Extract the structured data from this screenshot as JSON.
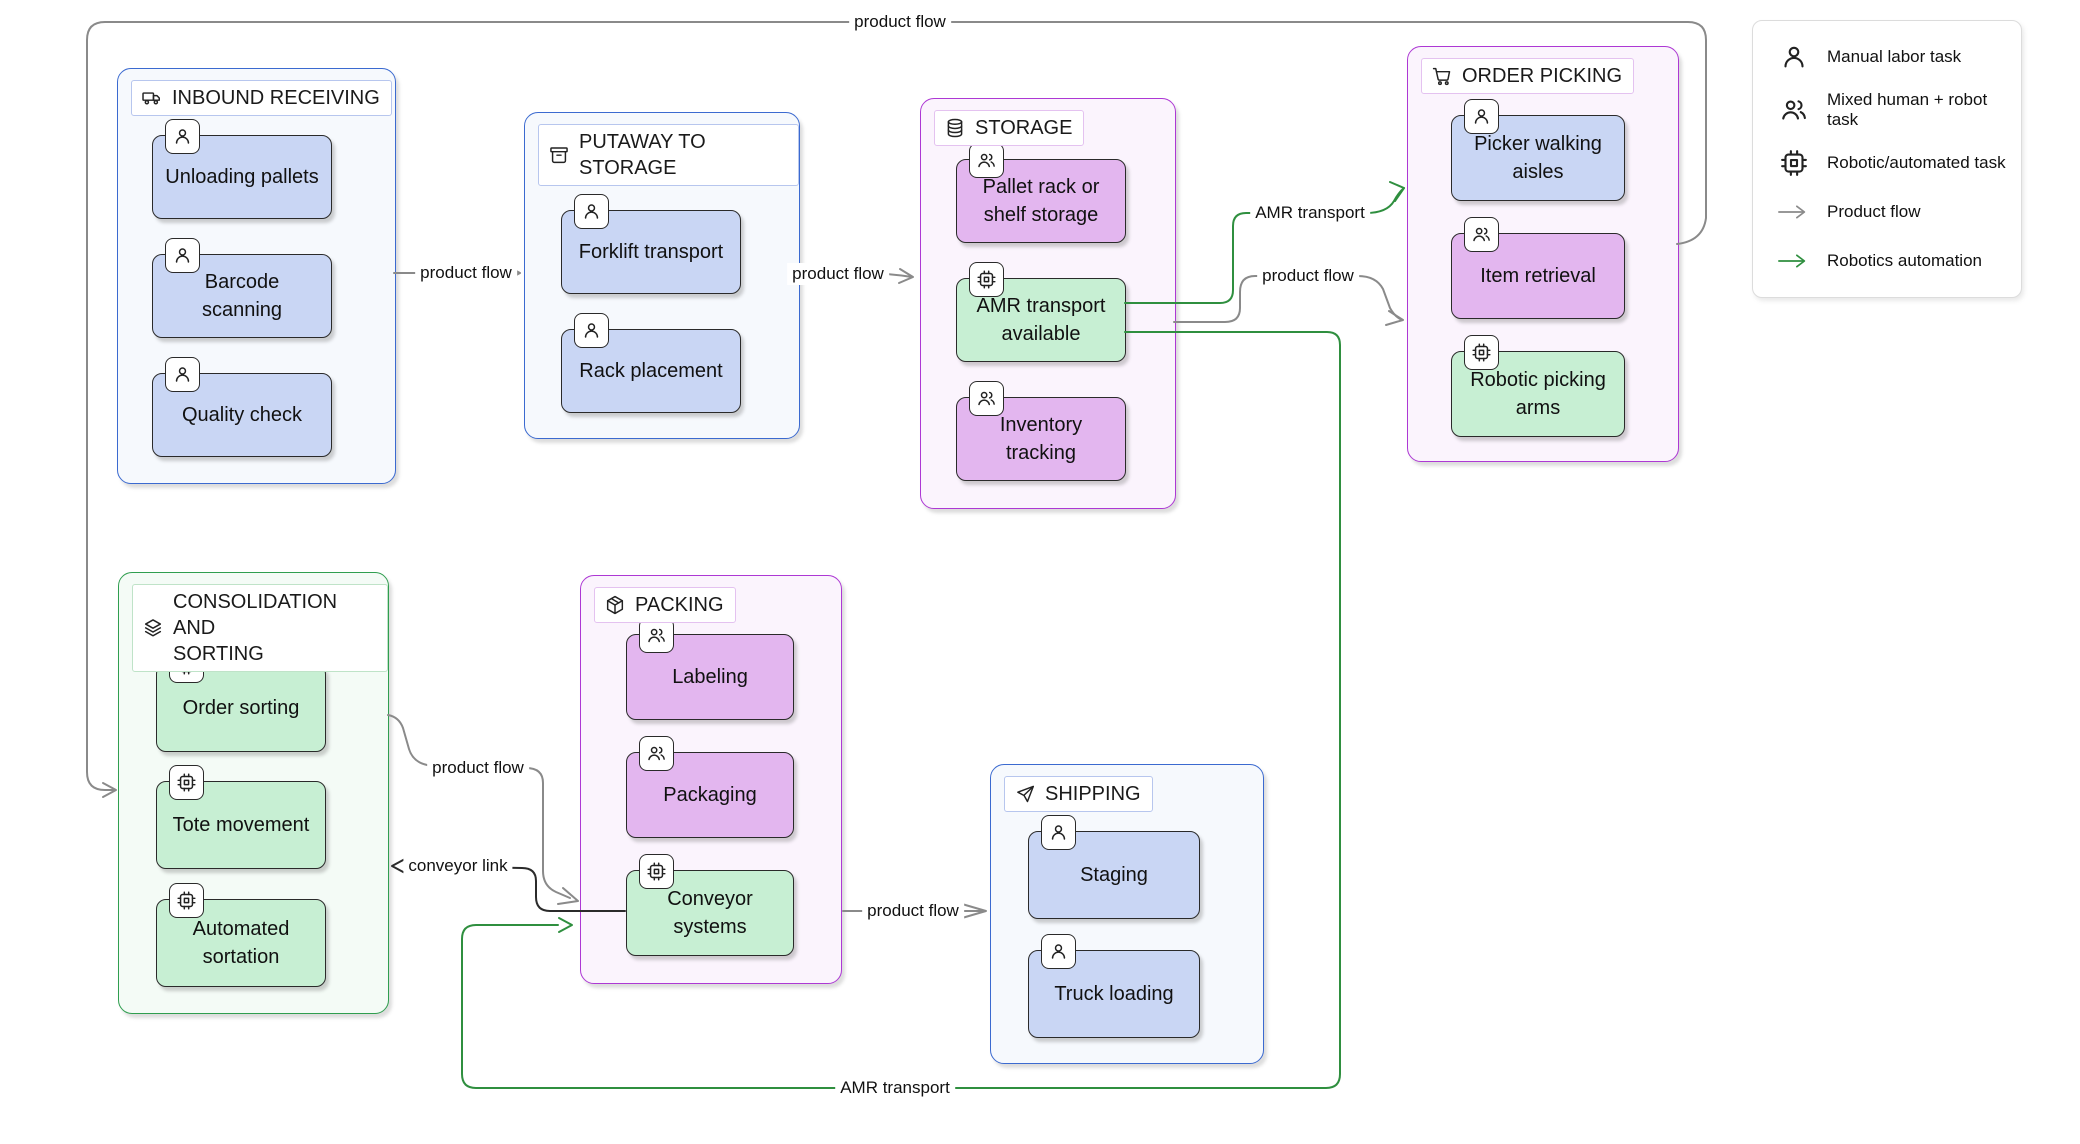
{
  "groups": [
    {
      "title": "INBOUND RECEIVING",
      "icon": "truck-icon",
      "nodes": [
        {
          "label": "Unloading pallets",
          "icon": "person-icon",
          "type": "manual"
        },
        {
          "label": "Barcode\nscanning",
          "icon": "person-icon",
          "type": "manual"
        },
        {
          "label": "Quality check",
          "icon": "person-icon",
          "type": "manual"
        }
      ]
    },
    {
      "title": "PUTAWAY TO STORAGE",
      "icon": "archive-box-icon",
      "nodes": [
        {
          "label": "Forklift transport",
          "icon": "person-icon",
          "type": "manual"
        },
        {
          "label": "Rack placement",
          "icon": "person-icon",
          "type": "manual"
        }
      ]
    },
    {
      "title": "STORAGE",
      "icon": "database-icon",
      "nodes": [
        {
          "label": "Pallet rack or\nshelf storage",
          "icon": "people-icon",
          "type": "mixed"
        },
        {
          "label": "AMR transport\navailable",
          "icon": "chip-icon",
          "type": "automated"
        },
        {
          "label": "Inventory\ntracking",
          "icon": "people-icon",
          "type": "mixed"
        }
      ]
    },
    {
      "title": "ORDER PICKING",
      "icon": "cart-icon",
      "nodes": [
        {
          "label": "Picker walking\naisles",
          "icon": "person-icon",
          "type": "manual"
        },
        {
          "label": "Item retrieval",
          "icon": "people-icon",
          "type": "mixed"
        },
        {
          "label": "Robotic picking\narms",
          "icon": "chip-icon",
          "type": "automated"
        }
      ]
    },
    {
      "title": "CONSOLIDATION AND\nSORTING",
      "icon": "layers-icon",
      "nodes": [
        {
          "label": "Order sorting",
          "icon": "chip-icon",
          "type": "automated"
        },
        {
          "label": "Tote movement",
          "icon": "chip-icon",
          "type": "automated"
        },
        {
          "label": "Automated\nsortation",
          "icon": "chip-icon",
          "type": "automated"
        }
      ]
    },
    {
      "title": "PACKING",
      "icon": "package-icon",
      "nodes": [
        {
          "label": "Labeling",
          "icon": "people-icon",
          "type": "mixed"
        },
        {
          "label": "Packaging",
          "icon": "people-icon",
          "type": "mixed"
        },
        {
          "label": "Conveyor\nsystems",
          "icon": "chip-icon",
          "type": "automated"
        }
      ]
    },
    {
      "title": "SHIPPING",
      "icon": "send-icon",
      "nodes": [
        {
          "label": "Staging",
          "icon": "person-icon",
          "type": "manual"
        },
        {
          "label": "Truck loading",
          "icon": "person-icon",
          "type": "manual"
        }
      ]
    }
  ],
  "edges": [
    {
      "label": "product flow",
      "type": "product-flow",
      "from": "INBOUND RECEIVING",
      "to": "PUTAWAY TO STORAGE"
    },
    {
      "label": "product flow",
      "type": "product-flow",
      "from": "PUTAWAY TO STORAGE",
      "to": "STORAGE"
    },
    {
      "label": "AMR transport",
      "type": "robotics-automation",
      "from": "AMR transport available",
      "to": "ORDER PICKING"
    },
    {
      "label": "product flow",
      "type": "product-flow",
      "from": "STORAGE",
      "to": "ORDER PICKING"
    },
    {
      "label": "product flow",
      "type": "product-flow",
      "from": "ORDER PICKING",
      "to": "CONSOLIDATION AND SORTING"
    },
    {
      "label": "product flow",
      "type": "product-flow",
      "from": "CONSOLIDATION AND SORTING",
      "to": "Conveyor systems"
    },
    {
      "label": "conveyor link",
      "type": "conveyor-link",
      "from": "Conveyor systems",
      "to": "CONSOLIDATION AND SORTING"
    },
    {
      "label": "AMR transport",
      "type": "robotics-automation",
      "from": "AMR transport available",
      "to": "Conveyor systems"
    },
    {
      "label": "product flow",
      "type": "product-flow",
      "from": "PACKING",
      "to": "SHIPPING"
    }
  ],
  "legend": {
    "items": [
      {
        "icon": "person-icon",
        "label": "Manual labor task"
      },
      {
        "icon": "people-icon",
        "label": "Mixed human + robot task"
      },
      {
        "icon": "chip-icon",
        "label": "Robotic/automated task"
      },
      {
        "icon": "product-flow-arrow-icon",
        "label": "Product flow"
      },
      {
        "icon": "robotics-automation-arrow-icon",
        "label": "Robotics automation"
      }
    ]
  },
  "colors": {
    "group_blue_border": "#3b6ad0",
    "group_purple_border": "#ad38d4",
    "group_green_border": "#2f9e4f",
    "node_manual_blue": "#c9d6f4",
    "node_mixed_purple": "#e3b6ef",
    "node_automated_green": "#c7efd3",
    "edge_product_flow": "#8a8a8a",
    "edge_robotics_automation": "#2f8f3f",
    "edge_conveyor_link": "#2b2b2b"
  }
}
